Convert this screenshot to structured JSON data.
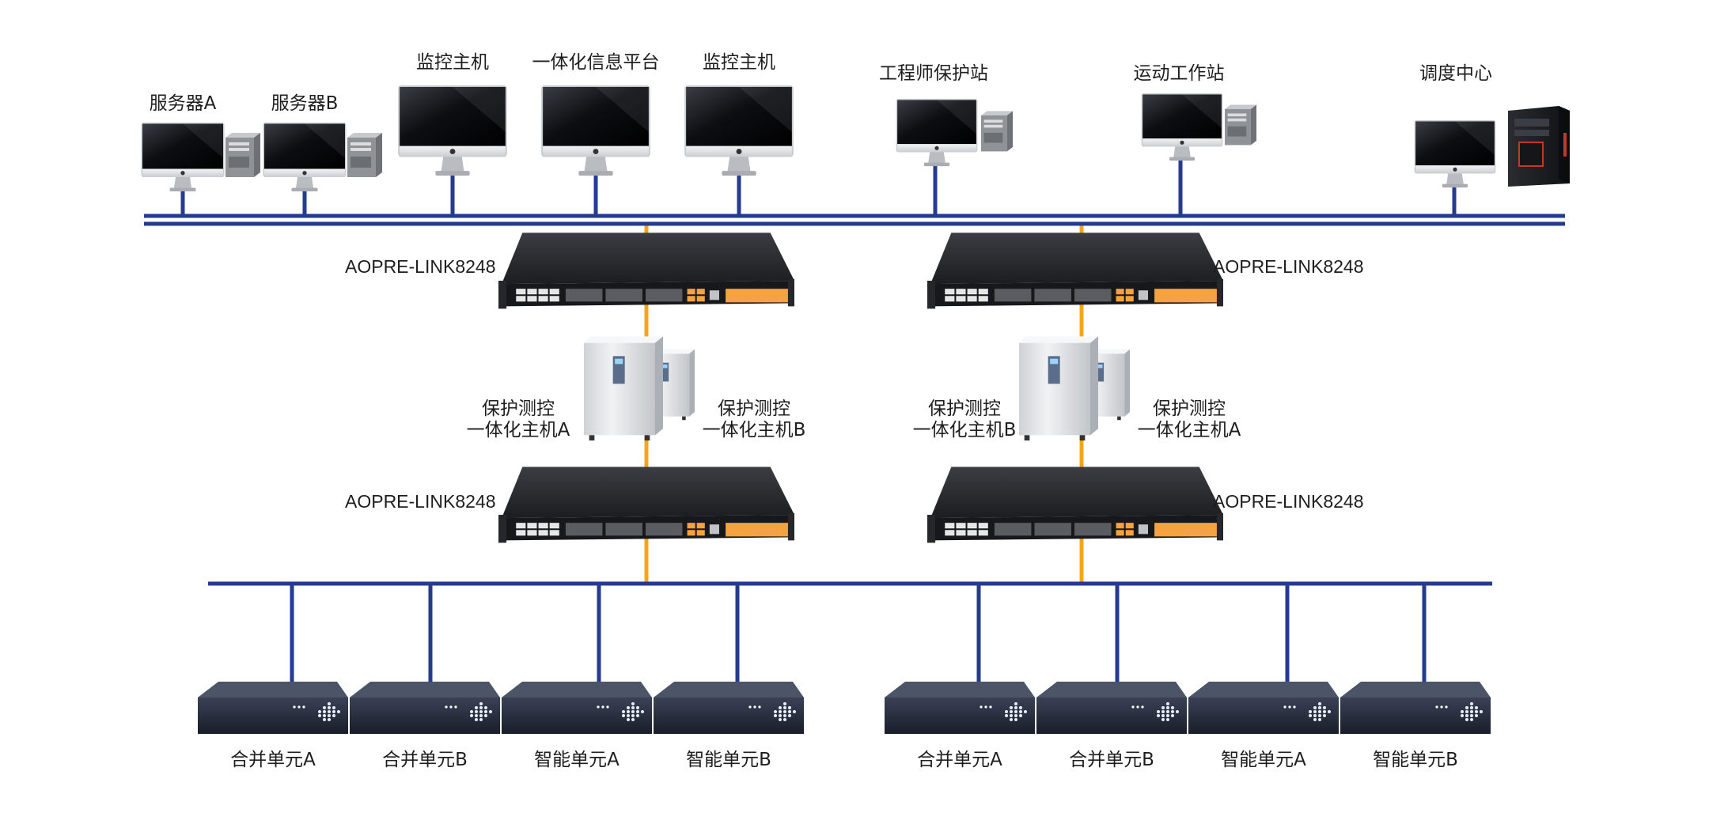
{
  "colors": {
    "bus": "#243b8f",
    "link": "#f5a51c",
    "device_dark": "#23252b",
    "port_orange": "#f4a340",
    "cabinet": "#e6e8ea"
  },
  "station_layer": {
    "hosts": [
      {
        "label": "服务器A",
        "type": "workstation"
      },
      {
        "label": "服务器B",
        "type": "workstation"
      },
      {
        "label": "监控主机",
        "type": "monitor"
      },
      {
        "label": "一体化信息平台",
        "type": "monitor"
      },
      {
        "label": "监控主机",
        "type": "monitor"
      },
      {
        "label": "工程师保护站",
        "type": "workstation"
      },
      {
        "label": "运动工作站",
        "type": "workstation"
      },
      {
        "label": "调度中心",
        "type": "tower-workstation"
      }
    ]
  },
  "switches": {
    "top_left": "AOPRE-LINK8248",
    "top_right": "AOPRE-LINK8248",
    "bottom_left": "AOPRE-LINK8248",
    "bottom_right": "AOPRE-LINK8248"
  },
  "protection_units": {
    "left_a": {
      "line1": "保护测控",
      "line2": "一体化主机A"
    },
    "left_b": {
      "line1": "保护测控",
      "line2": "一体化主机B"
    },
    "right_b": {
      "line1": "保护测控",
      "line2": "一体化主机B"
    },
    "right_a": {
      "line1": "保护测控",
      "line2": "一体化主机A"
    }
  },
  "process_layer": {
    "units": [
      "合并单元A",
      "合并单元B",
      "智能单元A",
      "智能单元B",
      "合并单元A",
      "合并单元B",
      "智能单元A",
      "智能单元B"
    ]
  }
}
